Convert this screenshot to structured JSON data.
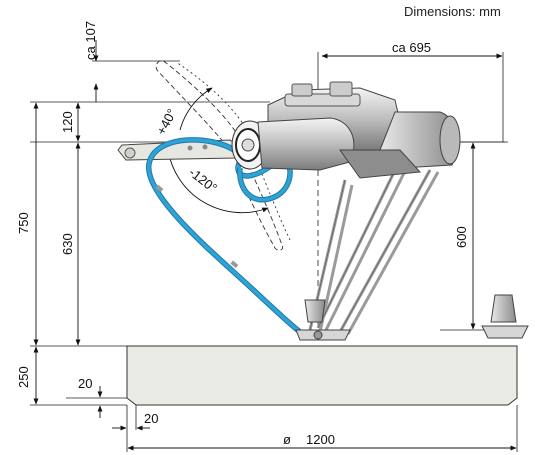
{
  "caption": "Dimensions: mm",
  "dimensions": {
    "top_offset": "ca 107",
    "reach": "ca 695",
    "upper": "120",
    "total_height": "750",
    "base_to_mount": "630",
    "stroke": "600",
    "base_height": "250",
    "chamfer_v": "20",
    "chamfer_h": "20",
    "diameter_symbol": "ø",
    "diameter": "1200"
  },
  "angles": {
    "up": "+40°",
    "down": "-120°"
  },
  "colors": {
    "cable": "#2ea3d6",
    "line": "#222222",
    "base_fill": "#ebebe6"
  }
}
